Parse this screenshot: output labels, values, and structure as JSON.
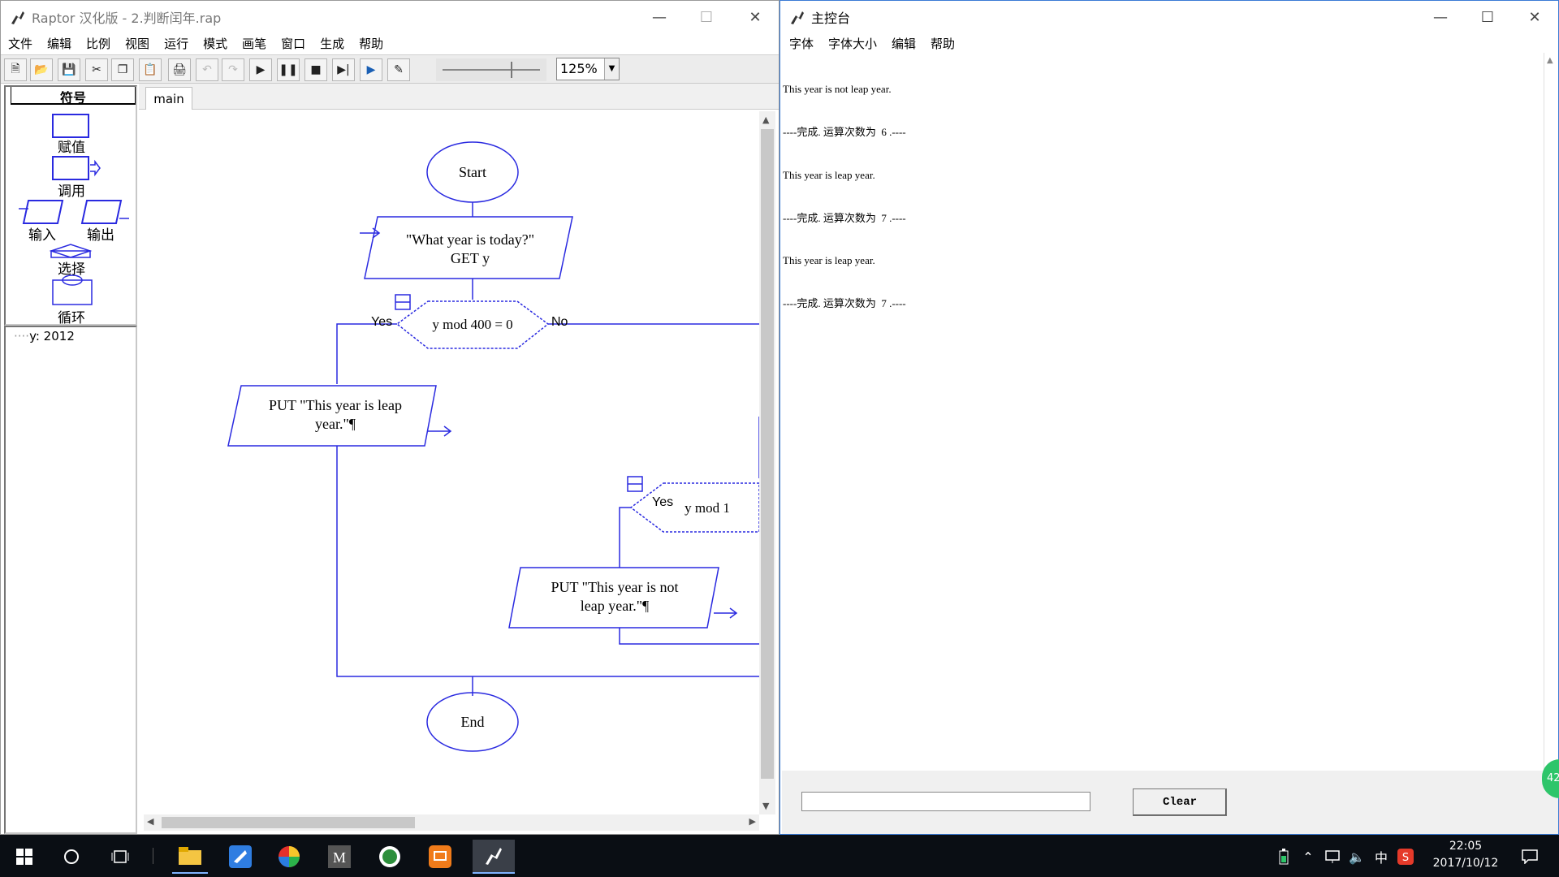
{
  "raptor": {
    "title": "Raptor 汉化版 - 2.判断闰年.rap",
    "menu": [
      "文件",
      "编辑",
      "比例",
      "视图",
      "运行",
      "模式",
      "画笔",
      "窗口",
      "生成",
      "帮助"
    ],
    "zoom": "125%",
    "symbols_header": "符号",
    "symbols": [
      "赋值",
      "调用",
      "输入",
      "输出",
      "选择",
      "循环"
    ],
    "variable": "y: 2012",
    "tab": "main",
    "flow": {
      "start": "Start",
      "input_prompt": "\"What year is today?\"",
      "input_get": "GET y",
      "decision1": "y mod 400 = 0",
      "yes": "Yes",
      "no": "No",
      "put_leap_1": "PUT \"This year is leap",
      "put_leap_2": "year.\"¶",
      "decision2": "y mod 1",
      "yes2": "Yes",
      "put_not_1": "PUT \"This year is not",
      "put_not_2": "leap year.\"¶",
      "end": "End"
    }
  },
  "console": {
    "title": "主控台",
    "menu": [
      "字体",
      "字体大小",
      "编辑",
      "帮助"
    ],
    "lines": [
      "This year is not leap year.",
      "----完成. 运算次数为  6 .----",
      "This year is leap year.",
      "----完成. 运算次数为  7 .----",
      "This year is leap year.",
      "----完成. 运算次数为  7 .----"
    ],
    "input_value": "",
    "clear_label": "Clear",
    "badge": "42"
  },
  "taskbar": {
    "time": "22:05",
    "date": "2017/10/12",
    "ime": "中"
  },
  "colors": {
    "flow_blue": "#2a2ae0",
    "taskbar_bg": "#0a0e14"
  }
}
